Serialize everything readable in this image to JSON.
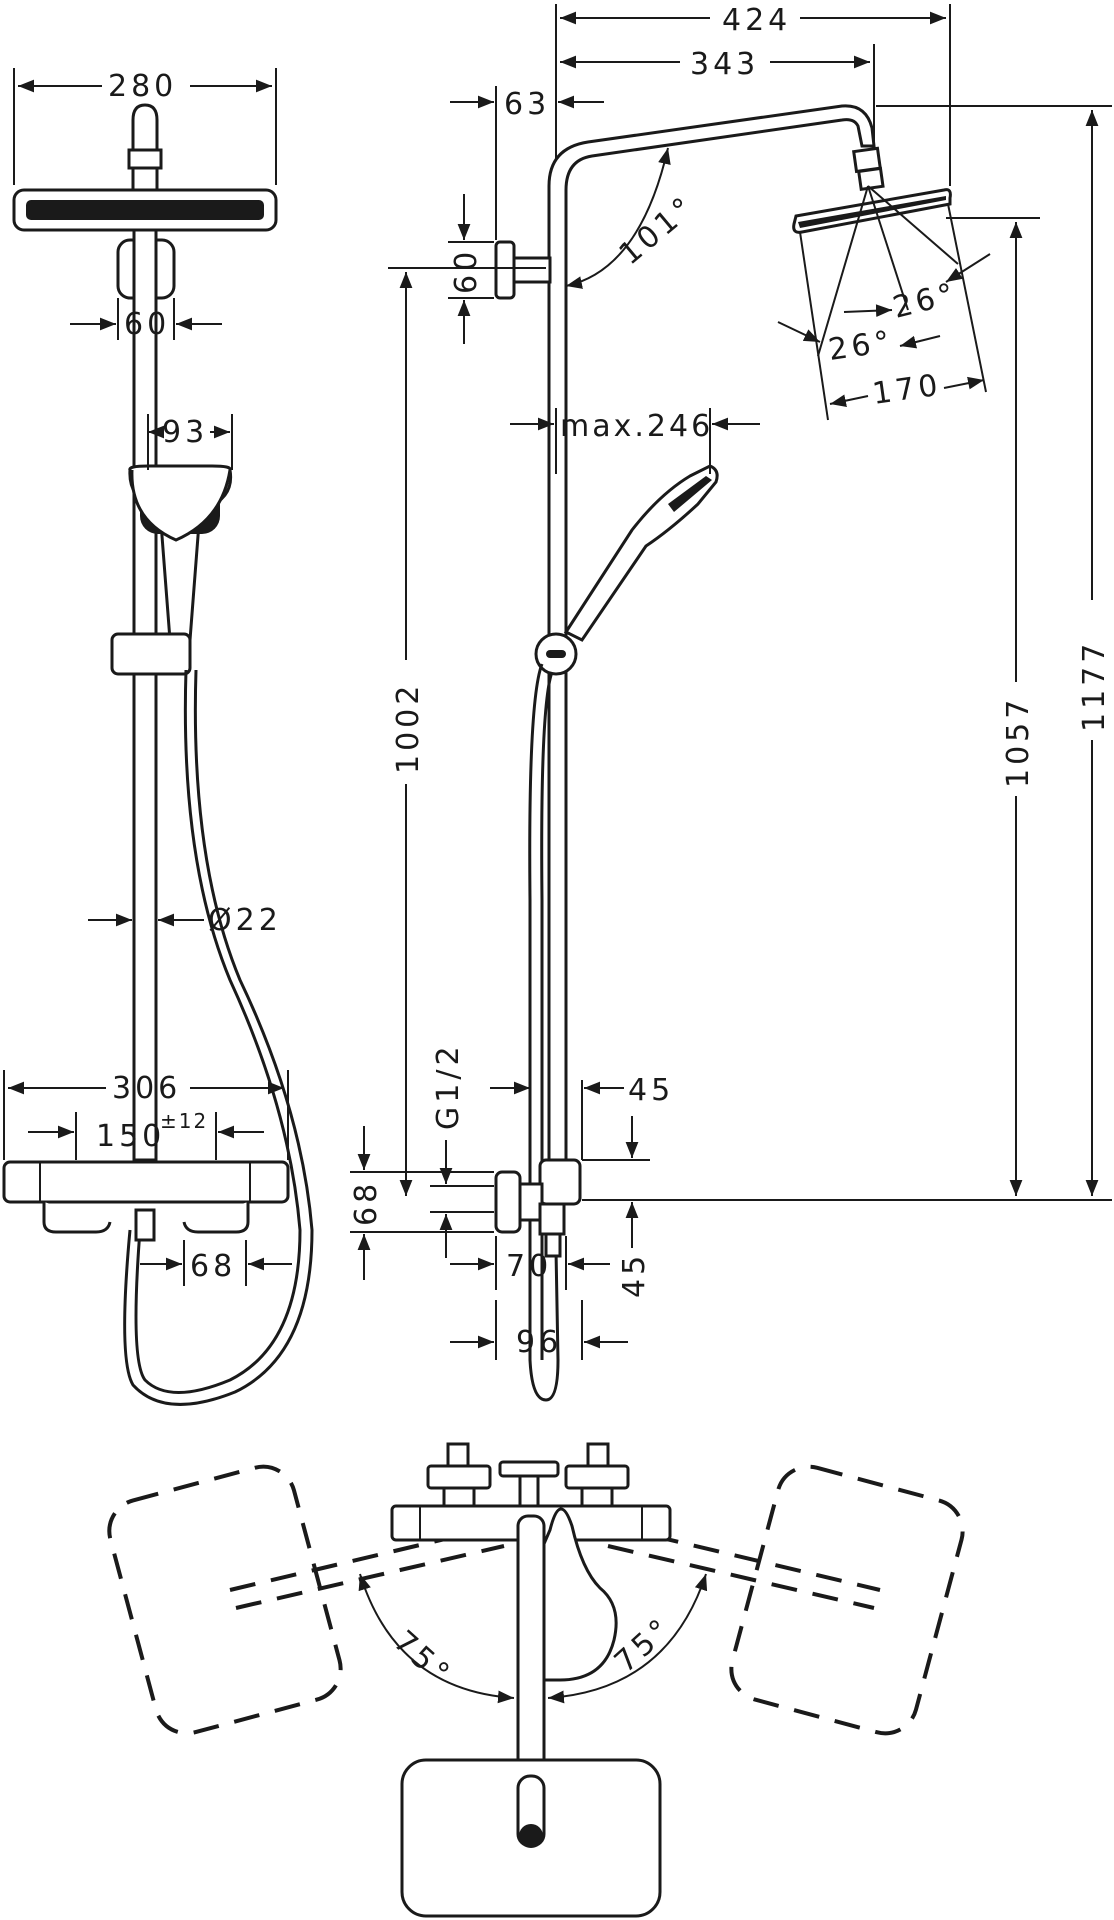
{
  "dimensions": {
    "d280": "280",
    "d60_front": "60",
    "d93": "93",
    "d22": "Ø22",
    "d306": "306",
    "d150": "150",
    "d150_tol": "±12",
    "d68_front": "68",
    "d424": "424",
    "d343": "343",
    "d63": "63",
    "d60_side": "60",
    "d101": "101°",
    "d26_a": "26°",
    "d26_b": "26°",
    "d170": "170",
    "dmax246": "max.246",
    "d1002": "1002",
    "d1057": "1057",
    "d1177": "1177",
    "dG12": "G1/2",
    "d45_top": "45",
    "d68_side": "68",
    "d70": "70",
    "d45_bottom": "45",
    "d96": "96",
    "d75_left": "75°",
    "d75_right": "75°"
  },
  "colors": {
    "line": "#1a1a1a",
    "background": "#ffffff"
  }
}
